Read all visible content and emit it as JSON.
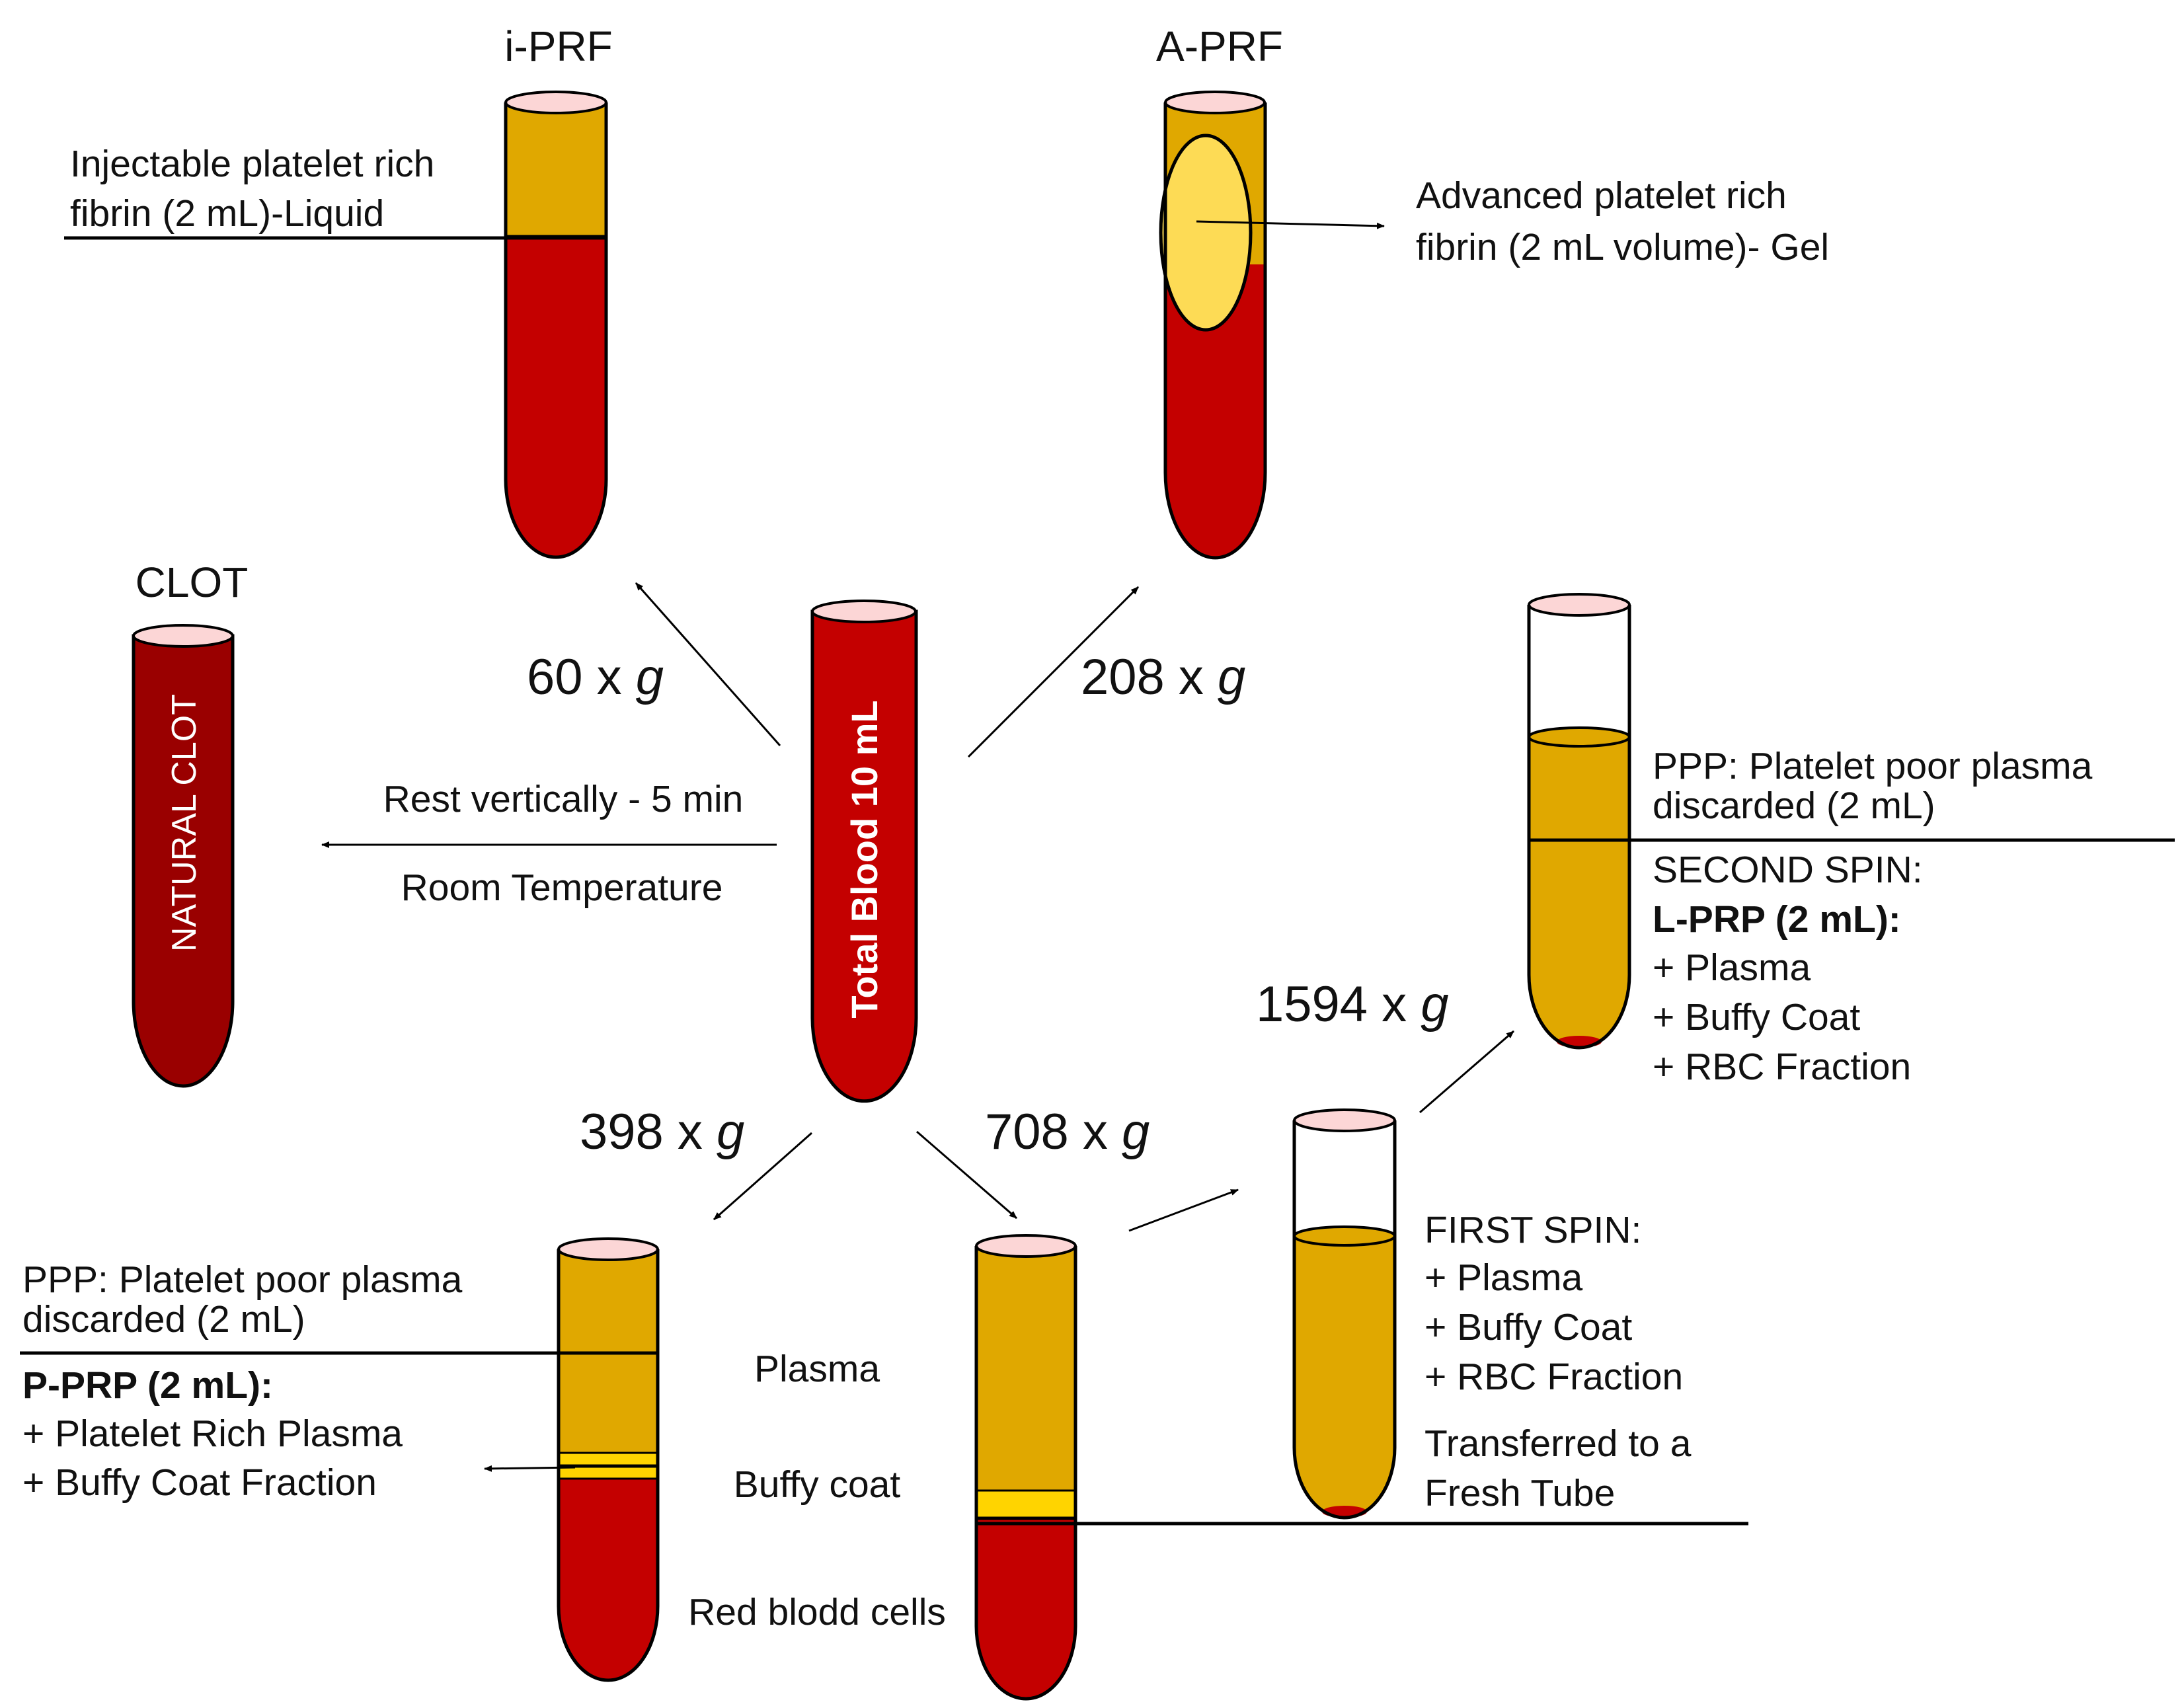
{
  "colors": {
    "blood": "#c40000",
    "dark_clot": "#9a0000",
    "plasma": "#e0a800",
    "gel": "#fddb55",
    "buffy": "#ffd400",
    "cap": "#fcd6d6"
  },
  "tubes": {
    "iprf": {
      "title": "i-PRF",
      "label_line1": "Injectable platelet rich",
      "label_line2": "fibrin (2 mL)-Liquid"
    },
    "aprf": {
      "title": "A-PRF",
      "label_line1": "Advanced platelet rich",
      "label_line2": "fibrin (2 mL volume)- Gel"
    },
    "clot": {
      "title": "CLOT",
      "inner_label": "NATURAL CLOT"
    },
    "total": {
      "inner_label": "Total Blood 10 mL"
    },
    "pprp": {
      "ppp_line1": "PPP: Platelet poor plasma",
      "ppp_line2": "discarded (2 mL)",
      "title": "P-PRP (2 mL):",
      "item1": "+ Platelet Rich Plasma",
      "item2": "+ Buffy Coat Fraction"
    },
    "layers": {
      "plasma": "Plasma",
      "buffy": "Buffy coat",
      "rbc": "Red blodd cells"
    },
    "first_spin": {
      "title": "FIRST SPIN:",
      "item1": "+ Plasma",
      "item2": "+ Buffy Coat",
      "item3": "+ RBC Fraction",
      "transfer1": "Transferred to a",
      "transfer2": "Fresh Tube"
    },
    "lprp": {
      "ppp_line1": "PPP: Platelet poor plasma",
      "ppp_line2": "discarded (2 mL)",
      "second_spin": "SECOND SPIN:",
      "title": "L-PRP (2 mL):",
      "item1": "+ Plasma",
      "item2": "+ Buffy Coat",
      "item3": "+ RBC Fraction"
    }
  },
  "forces": {
    "iprf": {
      "value": "60 x ",
      "unit": "g"
    },
    "aprf": {
      "value": "208 x ",
      "unit": "g"
    },
    "pprp": {
      "value": "398 x ",
      "unit": "g"
    },
    "first": {
      "value": "708 x ",
      "unit": "g"
    },
    "second": {
      "value": "1594 x ",
      "unit": "g"
    }
  },
  "rest": {
    "line1": "Rest vertically - 5 min",
    "line2": "Room Temperature"
  }
}
